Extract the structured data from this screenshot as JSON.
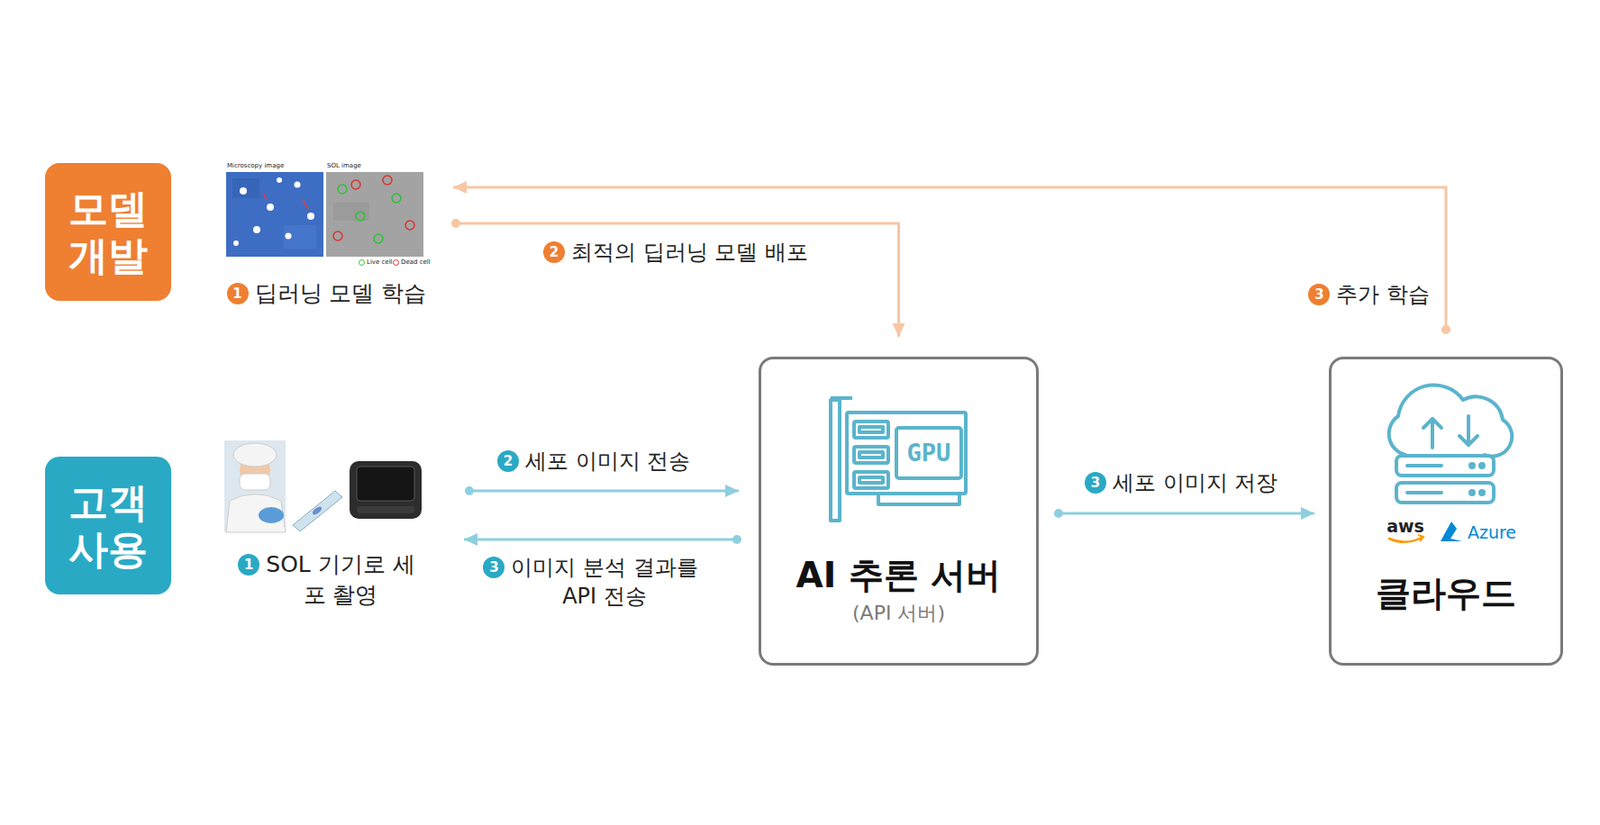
{
  "diagram": {
    "nodes": [
      {
        "text": [
          "모델 개발"
        ]
      },
      {
        "text": [
          "딥러닝 모델 학습"
        ]
      },
      {
        "text": [
          "고객 사용"
        ]
      },
      {
        "text": [
          "SOL 기기로 세포 촬영"
        ]
      },
      {
        "text": [
          "AI 추론 서버",
          "(API 서버)"
        ]
      },
      {
        "text": [
          "클라우드"
        ]
      }
    ],
    "edges": [
      {
        "from": 1,
        "to": 4,
        "label": "최적의 딥러닝 모델 배포",
        "arrow": "to"
      },
      {
        "from": 5,
        "to": 1,
        "label": "추가 학습",
        "arrow": "to"
      },
      {
        "from": 3,
        "to": 4,
        "label": "세포 이미지 전송",
        "arrow": "to"
      },
      {
        "from": 4,
        "to": 3,
        "label": "이미지 분석 결과를 API 전송",
        "arrow": "to"
      },
      {
        "from": 4,
        "to": 5,
        "label": "세포 이미지 저장",
        "arrow": "to"
      }
    ],
    "labels": [
      "1",
      "2",
      "3",
      "1",
      "2",
      "3",
      "3",
      "Microscopy image",
      "SOL image",
      "GPU",
      "aws",
      "Azure"
    ],
    "legend": [
      {
        "text": "Live cell"
      },
      {
        "text": "Dead cell"
      }
    ]
  }
}
